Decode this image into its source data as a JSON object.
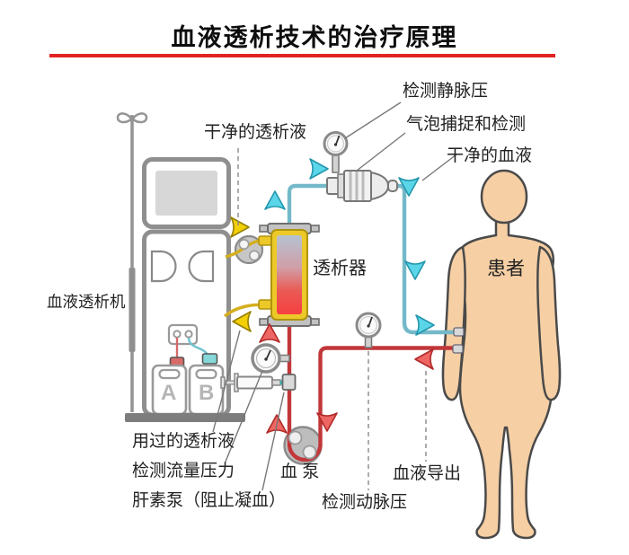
{
  "title": "血液透析技术的治疗原理",
  "machine": {
    "label": "血液透析机",
    "container_a": "A",
    "container_b": "B"
  },
  "dialyzer": {
    "label": "透析器"
  },
  "patient": {
    "label": "患者"
  },
  "blood_circuit": {
    "venous_pressure_label": "检测静脉压",
    "bubble_trap_label": "气泡捕捉和检测",
    "clean_blood_label": "干净的血液",
    "blood_pump_label": "血 泵",
    "arterial_pressure_label": "检测动脉压",
    "blood_out_label": "血液导出",
    "flow_pressure_label": "检测流量压力",
    "heparin_pump_label": "肝素泵（阻止凝血）"
  },
  "dialysate_circuit": {
    "clean_dialysate_label": "干净的透析液",
    "used_dialysate_label": "用过的透析液"
  },
  "colors": {
    "blood_line": "#c1373a",
    "clean_blood_line": "#74b9c9",
    "dialysate_line": "#d4af1e",
    "cyan_arrow": "#5bd6e9",
    "red_arrow": "#ee6663",
    "yellow_arrow": "#f3cf06",
    "title_underline": "#e32222",
    "skin": "#f6cfa4",
    "machine_outline": "#8f8f8f"
  }
}
